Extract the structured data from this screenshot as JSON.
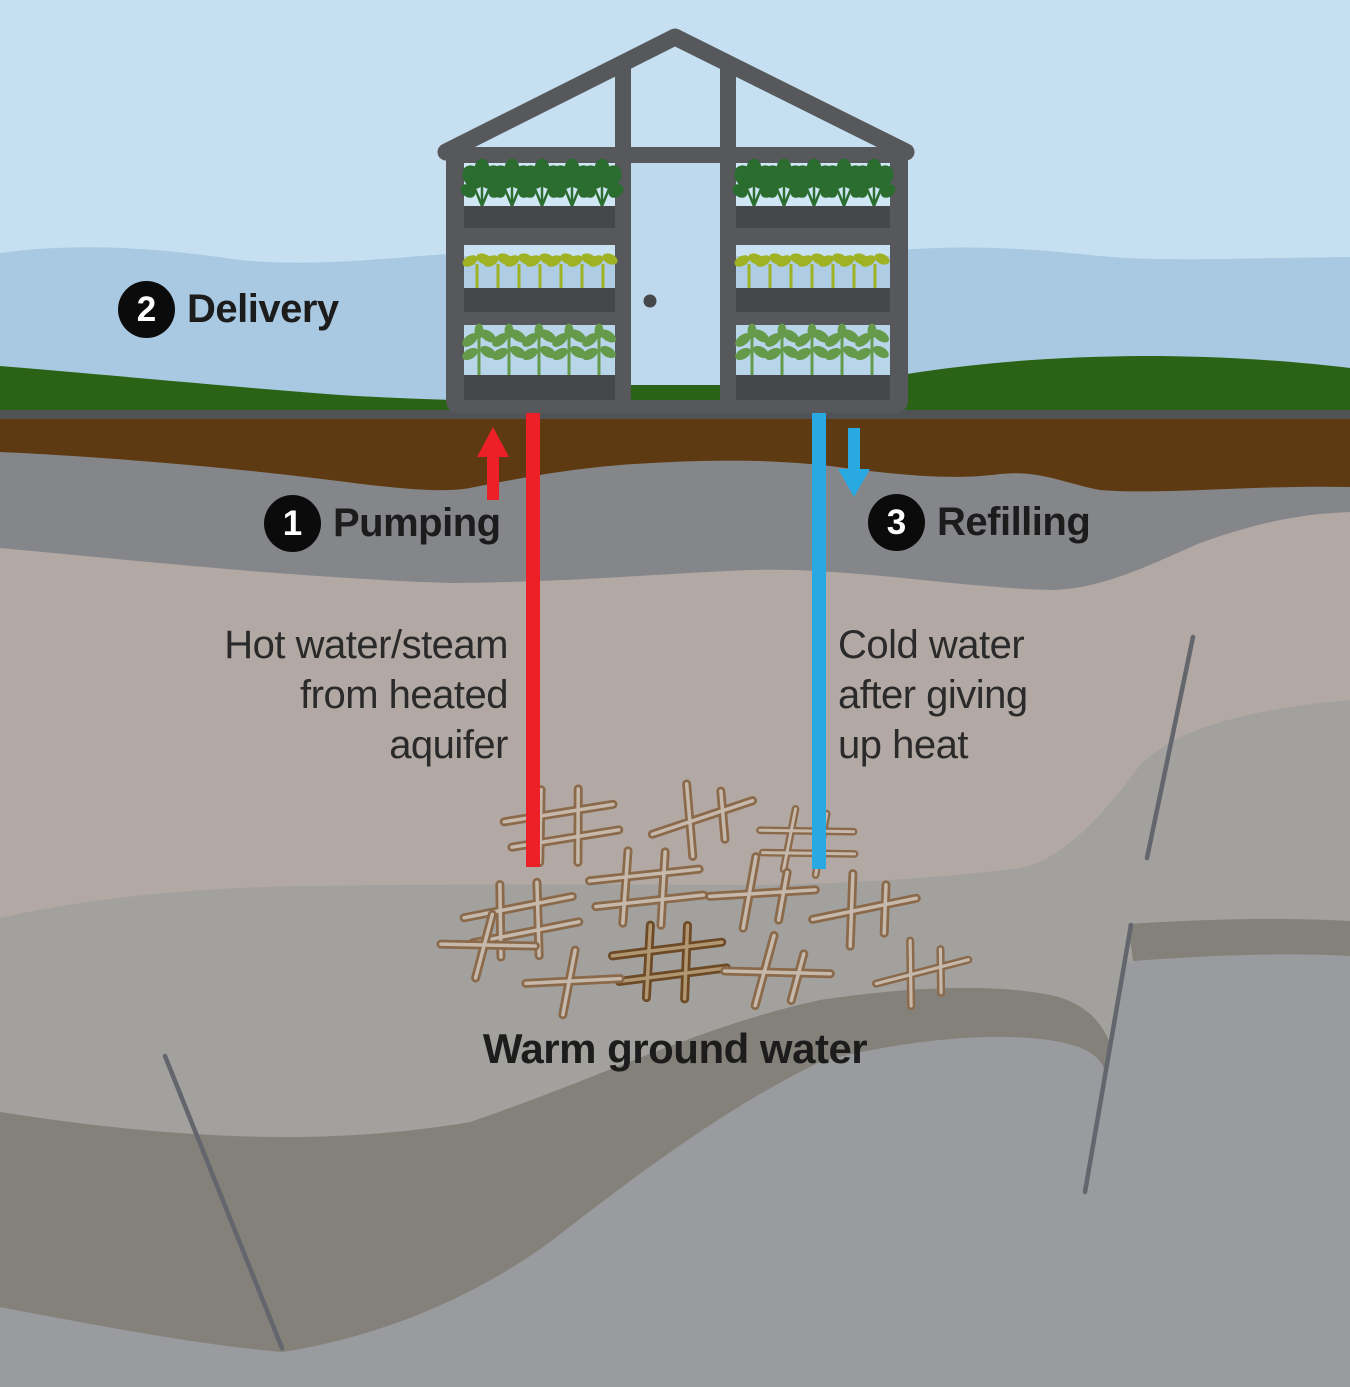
{
  "figure": {
    "type": "process-diagram",
    "subject": "Geothermal heating of a greenhouse with hot and cold water wells"
  },
  "steps": [
    {
      "number": "1",
      "label": "Pumping"
    },
    {
      "number": "2",
      "label": "Delivery"
    },
    {
      "number": "3",
      "label": "Refilling"
    }
  ],
  "annotations": {
    "hot_pipe": "Hot water/steam\nfrom heated\naquifer",
    "cold_pipe": "Cold water\nafter giving\nup heat",
    "aquifer_label": "Warm ground water"
  },
  "colors": {
    "hot_pipe": "#ee2027",
    "cold_pipe": "#29a9e2",
    "sky": "#c6e0f1",
    "distant_hills": "#a9c8e1",
    "grass": "#2a6315",
    "topsoil": "#5e3a12",
    "upper_rock_gray": "#85868a",
    "aquifer_tan": "#b3a9a4",
    "aquifer_gray": "#a3a19e",
    "deep_band": "#84817a",
    "deep_rock": "#9a9b9f",
    "greenhouse_frame": "#57585b",
    "badge": "#0b0b0b",
    "fracture_outline": "#8a6a4a"
  },
  "icons": {
    "step_badge": "numbered-circle",
    "hot_flow": "arrow-up-icon",
    "cold_flow": "arrow-down-icon"
  }
}
